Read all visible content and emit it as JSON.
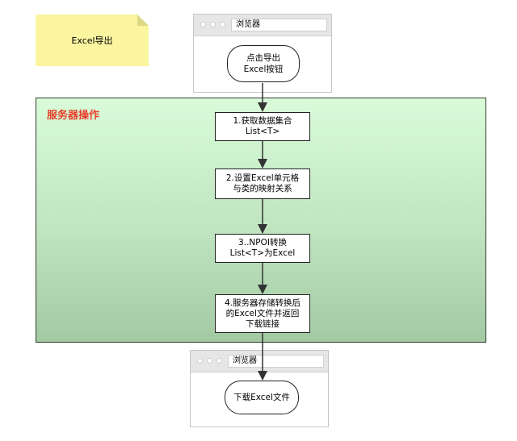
{
  "note": {
    "text": "Excel导出"
  },
  "browser_top": {
    "address": "浏览器",
    "button": "点击导出\nExcel按钮"
  },
  "server": {
    "title": "服务器操作",
    "steps": [
      "1.获取数据集合\nList<T>",
      "2.设置Excel单元格\n与类的映射关系",
      "3..NPOI转换\nList<T>为Excel",
      "4.服务器存储转换后\n的Excel文件并返回\n下载链接"
    ]
  },
  "browser_bottom": {
    "address": "浏览器",
    "button": "下载Excel文件"
  },
  "colors": {
    "note": "#fbf5a0",
    "zone_top": "#d9fbd9",
    "zone_bottom": "#a3c9a3",
    "zone_title": "#e8402c",
    "browser_bar": "#e6e6e6"
  }
}
